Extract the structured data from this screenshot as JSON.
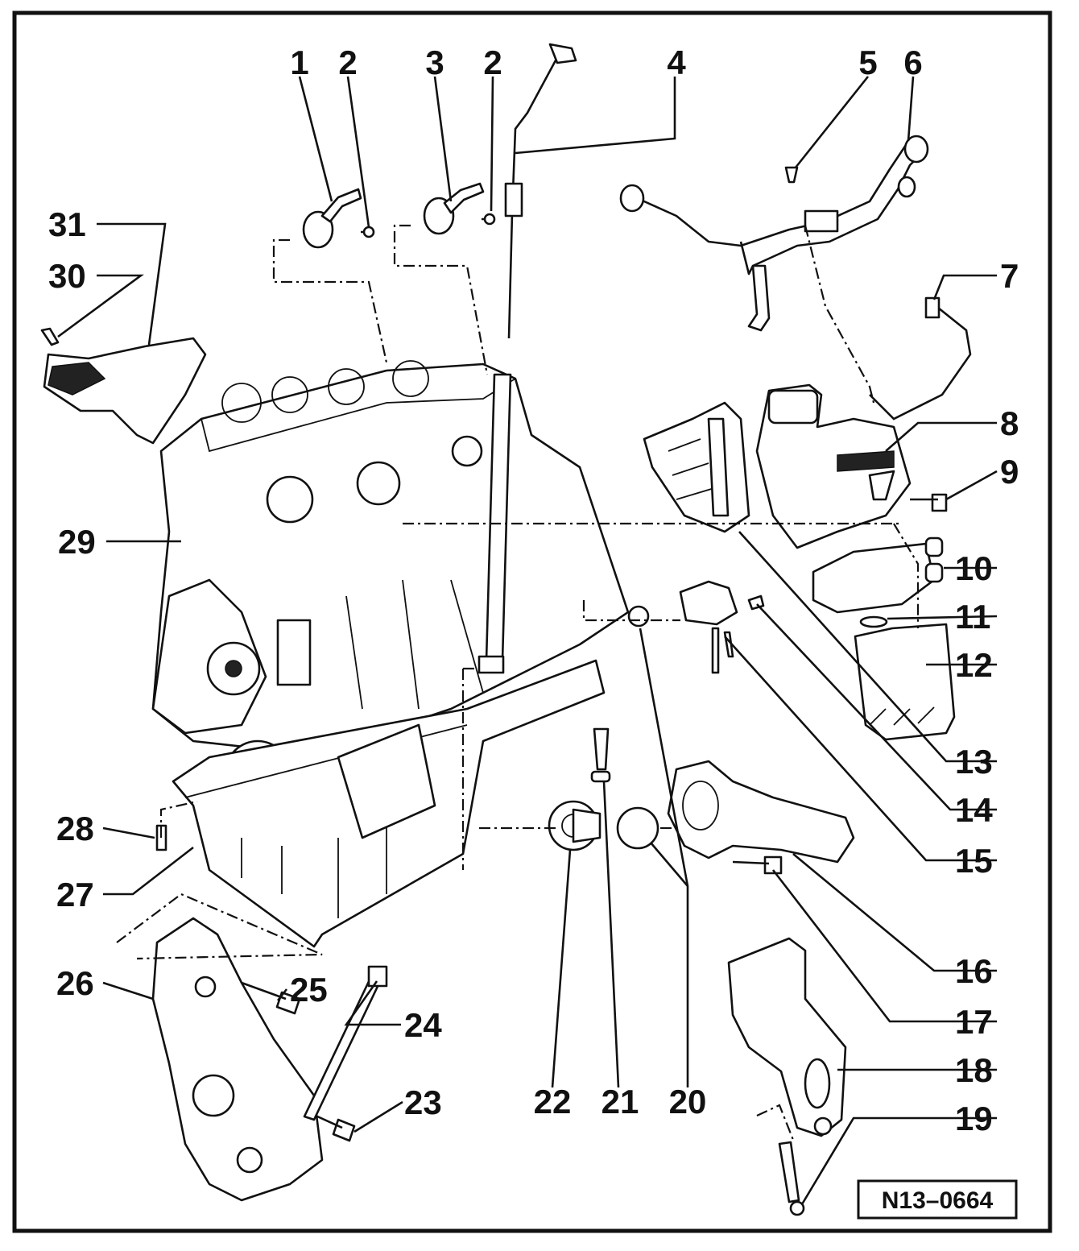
{
  "figure": {
    "reference_code": "N13–0664",
    "callouts": [
      {
        "id": "c1",
        "label": "1"
      },
      {
        "id": "c2a",
        "label": "2"
      },
      {
        "id": "c3",
        "label": "3"
      },
      {
        "id": "c2b",
        "label": "2"
      },
      {
        "id": "c4",
        "label": "4"
      },
      {
        "id": "c5",
        "label": "5"
      },
      {
        "id": "c6",
        "label": "6"
      },
      {
        "id": "c7",
        "label": "7"
      },
      {
        "id": "c8",
        "label": "8"
      },
      {
        "id": "c9",
        "label": "9"
      },
      {
        "id": "c10",
        "label": "10"
      },
      {
        "id": "c11",
        "label": "11"
      },
      {
        "id": "c12",
        "label": "12"
      },
      {
        "id": "c13",
        "label": "13"
      },
      {
        "id": "c14",
        "label": "14"
      },
      {
        "id": "c15",
        "label": "15"
      },
      {
        "id": "c16",
        "label": "16"
      },
      {
        "id": "c17",
        "label": "17"
      },
      {
        "id": "c18",
        "label": "18"
      },
      {
        "id": "c19",
        "label": "19"
      },
      {
        "id": "c20",
        "label": "20"
      },
      {
        "id": "c21",
        "label": "21"
      },
      {
        "id": "c22",
        "label": "22"
      },
      {
        "id": "c23",
        "label": "23"
      },
      {
        "id": "c24",
        "label": "24"
      },
      {
        "id": "c25",
        "label": "25"
      },
      {
        "id": "c26",
        "label": "26"
      },
      {
        "id": "c27",
        "label": "27"
      },
      {
        "id": "c28",
        "label": "28"
      },
      {
        "id": "c29",
        "label": "29"
      },
      {
        "id": "c30",
        "label": "30"
      },
      {
        "id": "c31",
        "label": "31"
      }
    ]
  }
}
